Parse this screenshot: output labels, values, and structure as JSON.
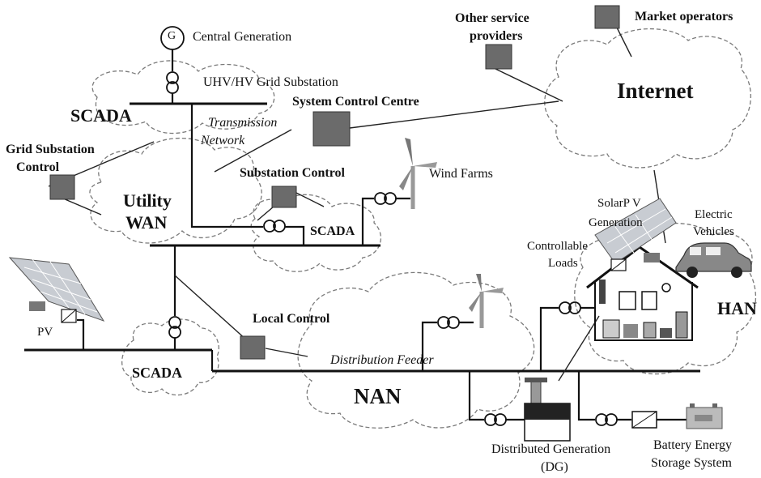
{
  "labels": {
    "central_generation": "Central Generation",
    "generator_symbol": "G",
    "uhv_substation": "UHV/HV Grid Substation",
    "scada_top": "SCADA",
    "transmission_network_1": "Transmission",
    "transmission_network_2": "Network",
    "system_control_centre": "System Control Centre",
    "grid_substation_control_1": "Grid Substation",
    "grid_substation_control_2": "Control",
    "utility_wan_1": "Utility",
    "utility_wan_2": "WAN",
    "substation_control": "Substation Control",
    "wind_farms": "Wind Farms",
    "scada_mid": "SCADA",
    "other_service_providers_1": "Other service",
    "other_service_providers_2": "providers",
    "market_operators": "Market operators",
    "internet": "Internet",
    "solar_pv_1": "SolarP V",
    "solar_pv_2": "Generation",
    "electric_vehicles_1": "Electric",
    "electric_vehicles_2": "Vehicles",
    "controllable_loads_1": "Controllable",
    "controllable_loads_2": "Loads",
    "han": "HAN",
    "pv": "PV",
    "local_control": "Local Control",
    "scada_bottom": "SCADA",
    "distribution_feeder": "Distribution Feeder",
    "nan": "NAN",
    "distributed_generation_1": "Distributed Generation",
    "distributed_generation_2": "(DG)",
    "battery_1": "Battery Energy",
    "battery_2": "Storage System"
  },
  "colors": {
    "node_fill": "#6b6b6b",
    "cloud_stroke": "#7a7a7a",
    "line": "#111111"
  }
}
